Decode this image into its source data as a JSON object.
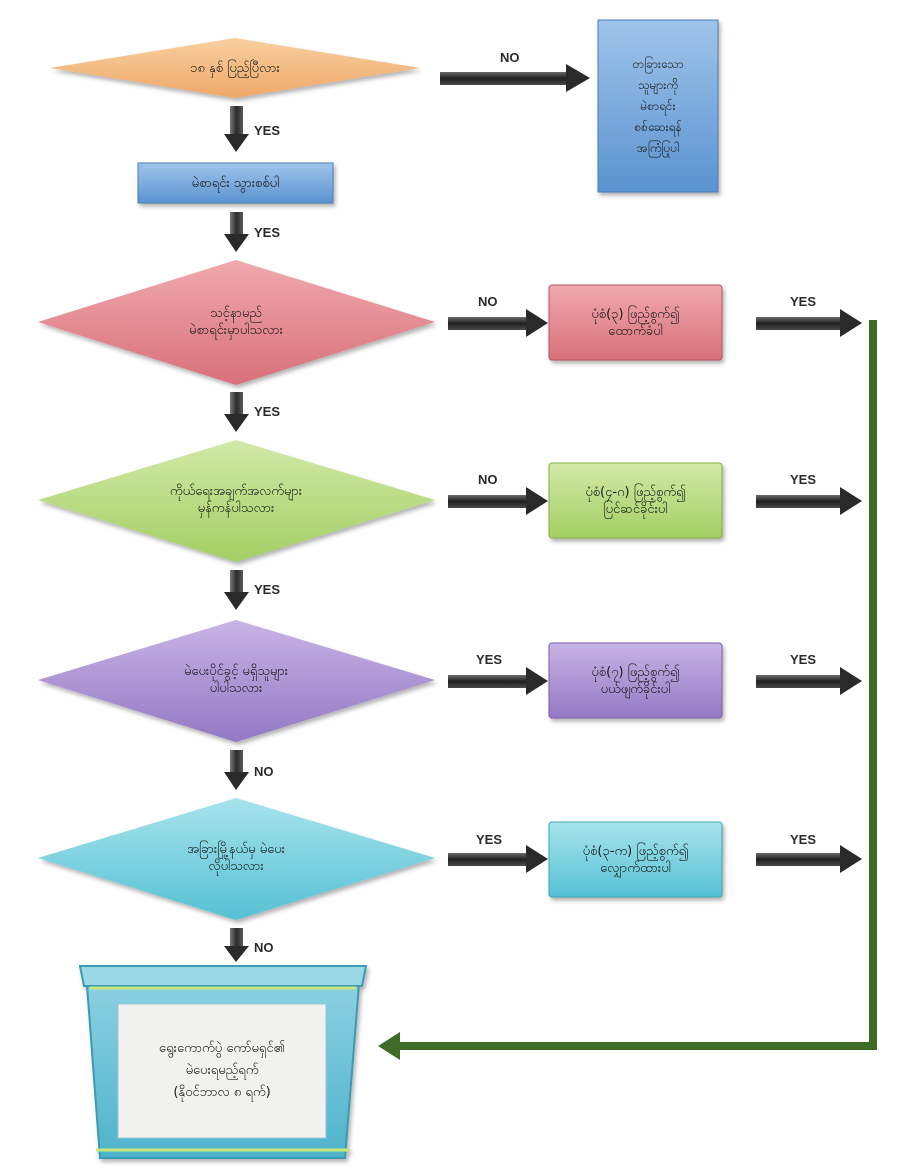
{
  "colors": {
    "orange": "#f3b77f",
    "blue": "#6fa6db",
    "red": "#e07f86",
    "green": "#b6d97c",
    "purple": "#a98fcf",
    "cyan": "#6fcddd",
    "connector_dark": "#3d3d3d",
    "return_green": "#3e6b26"
  },
  "decisions": {
    "d1": "၁၈ နှစ် ပြည့်ပြီလား",
    "d2": "သင့်နာမည်\nမဲစာရင်းမှာပါသလား",
    "d3": "ကိုယ်ရေးအချက်အလက်များ\nမှန်ကန်ပါသလား",
    "d4": "မဲပေးပိုင်ခွင့် မရှိသူများ\nပါပါသလား",
    "d5": "အခြားမြို့နယ်မှ မဲပေး\nလိုပါသလား"
  },
  "actions": {
    "a1": "မဲစာရင်း သွားစစ်ပါ",
    "note": "တခြားသော\nသူများကို\nမဲစာရင်း\nစစ်ဆေးရန်\nအကြံပြုပါ",
    "r2": "ပုံစံ(၃) ဖြည့်စွက်၍\nထောက်ခံပါ",
    "r3": "ပုံစံ(၄-ဂ) ဖြည့်စွက်၍\nပြင်ဆင်ခိုင်းပါ",
    "r4": "ပုံစံ(၇) ဖြည့်စွက်၍\nပယ်ဖျက်ခိုင်းပါ",
    "r5": "ပုံစံ(၃-က) ဖြည့်စွက်၍\nလျှောက်ထားပါ",
    "final": "ရွေးကောက်ပွဲ ကော်မရှင်၏\nမဲပေးရမည့်ရက်\n(နိုဝင်ဘာလ ၈ ရက်)"
  },
  "labels": {
    "no_right_top": "NO",
    "yes_down_1": "YES",
    "yes_down_2": "YES",
    "no_right_2": "NO",
    "yes_out_2": "YES",
    "yes_down_3": "YES",
    "no_right_3": "NO",
    "yes_out_3": "YES",
    "yes_down_4": "YES",
    "yes_right_4": "YES",
    "yes_out_4": "YES",
    "no_down_5": "NO",
    "yes_right_5": "YES",
    "yes_out_5": "YES",
    "no_down_6": "NO"
  }
}
